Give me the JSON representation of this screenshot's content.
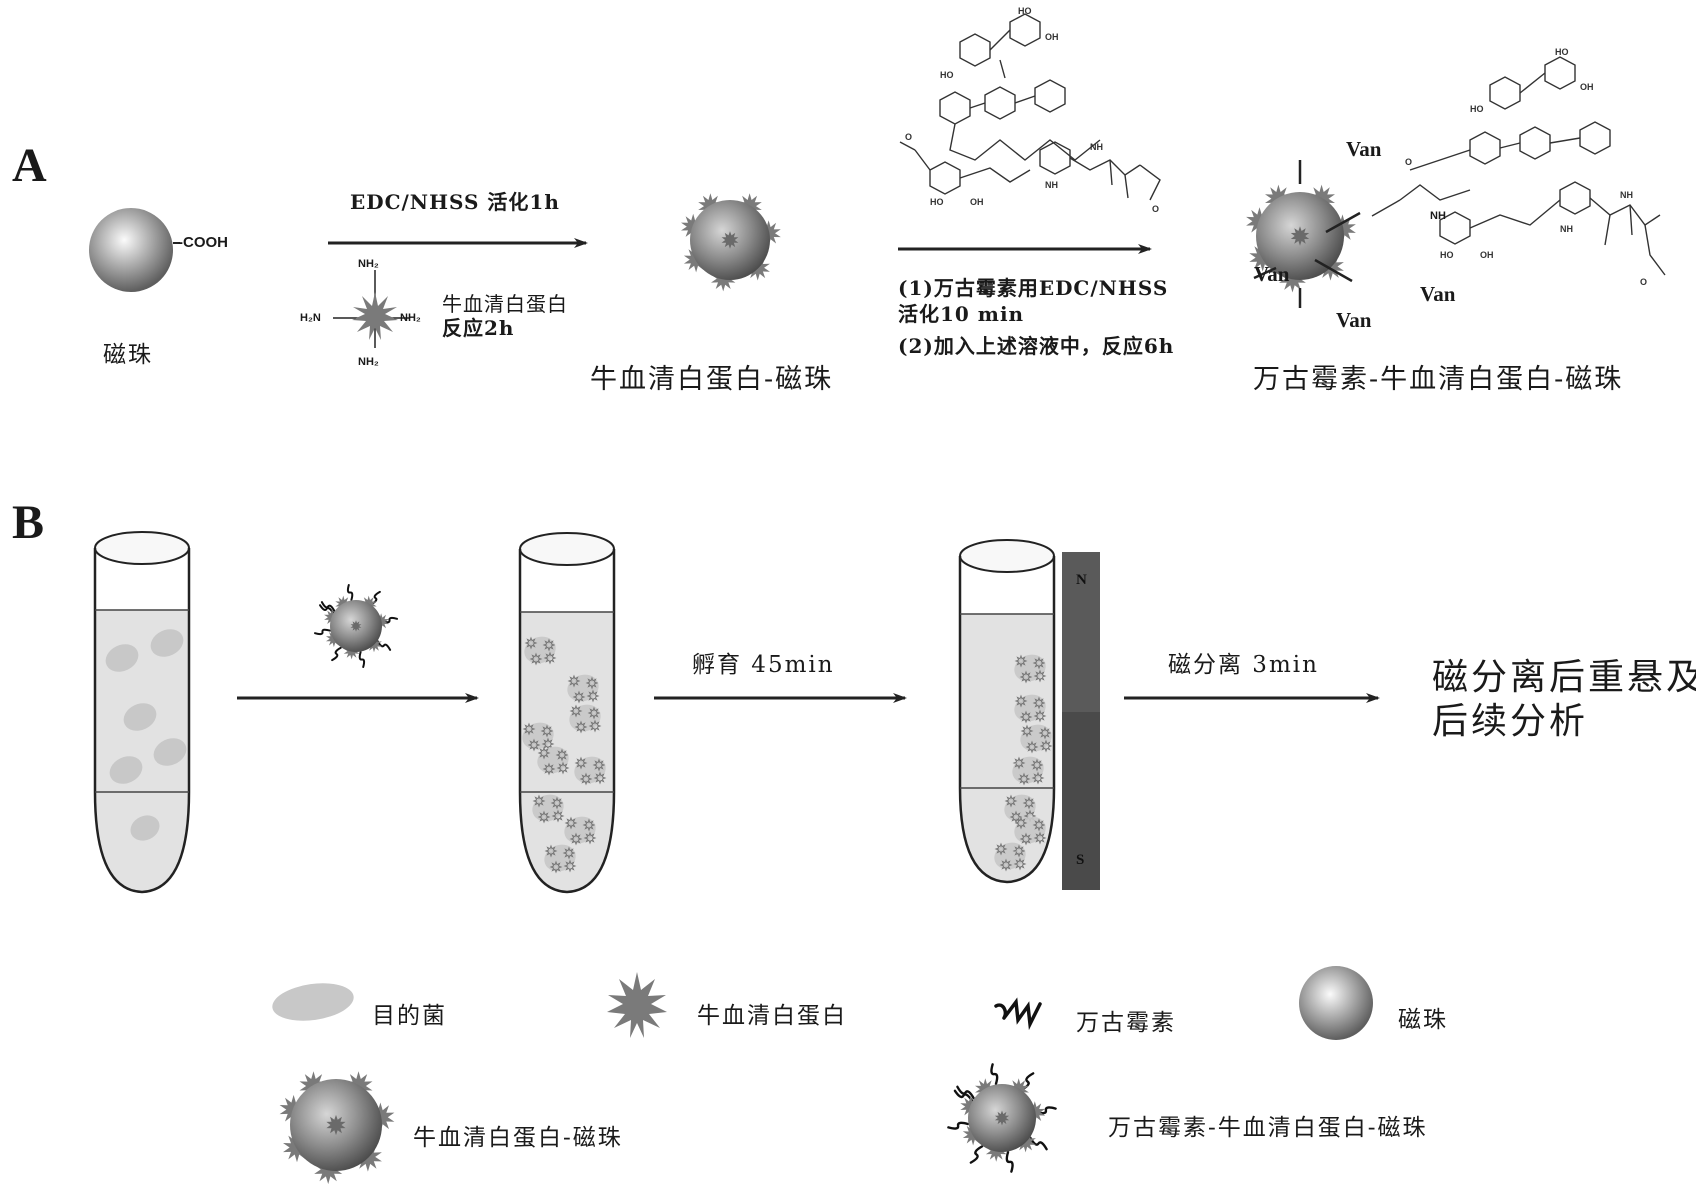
{
  "panel_a": {
    "letter": "A",
    "bead_group_label": "-COOH",
    "bead_label": "磁珠",
    "step1_label": "EDC/NHSS 活化1h",
    "bsa_nh2": "NH₂",
    "bsa_h2n": "H₂N",
    "bsa_line1": "牛血清白蛋白",
    "bsa_line2": "反应2h",
    "bsa_bead_label": "牛血清白蛋白-磁珠",
    "step2_line1": "(1)万古霉素用EDC/NHSS",
    "step2_line2": "活化10 min",
    "step2_line3": "(2)加入上述溶液中，反应6h",
    "van": "Van",
    "nh": "NH",
    "product_label": "万古霉素-牛血清白蛋白-磁珠"
  },
  "panel_b": {
    "letter": "B",
    "incubate_label": "孵育  45min",
    "separate_label": "磁分离  3min",
    "magnet_n": "N",
    "magnet_s": "S",
    "final_text": "磁分离后重悬及后续分析"
  },
  "legend": {
    "target_bacteria": "目的菌",
    "bsa": "牛血清白蛋白",
    "vancomycin": "万古霉素",
    "magnetic_bead": "磁珠",
    "bsa_bead": "牛血清白蛋白-磁珠",
    "van_bsa_bead": "万古霉素-牛血清白蛋白-磁珠"
  },
  "colors": {
    "bead_light": "#f2f2f2",
    "bead_dark": "#6a6a6a",
    "bsa_fill": "#7f7f7f",
    "bacteria": "#c8c8c8",
    "liquid": "#e2e2e2",
    "magnet": "#555555"
  }
}
